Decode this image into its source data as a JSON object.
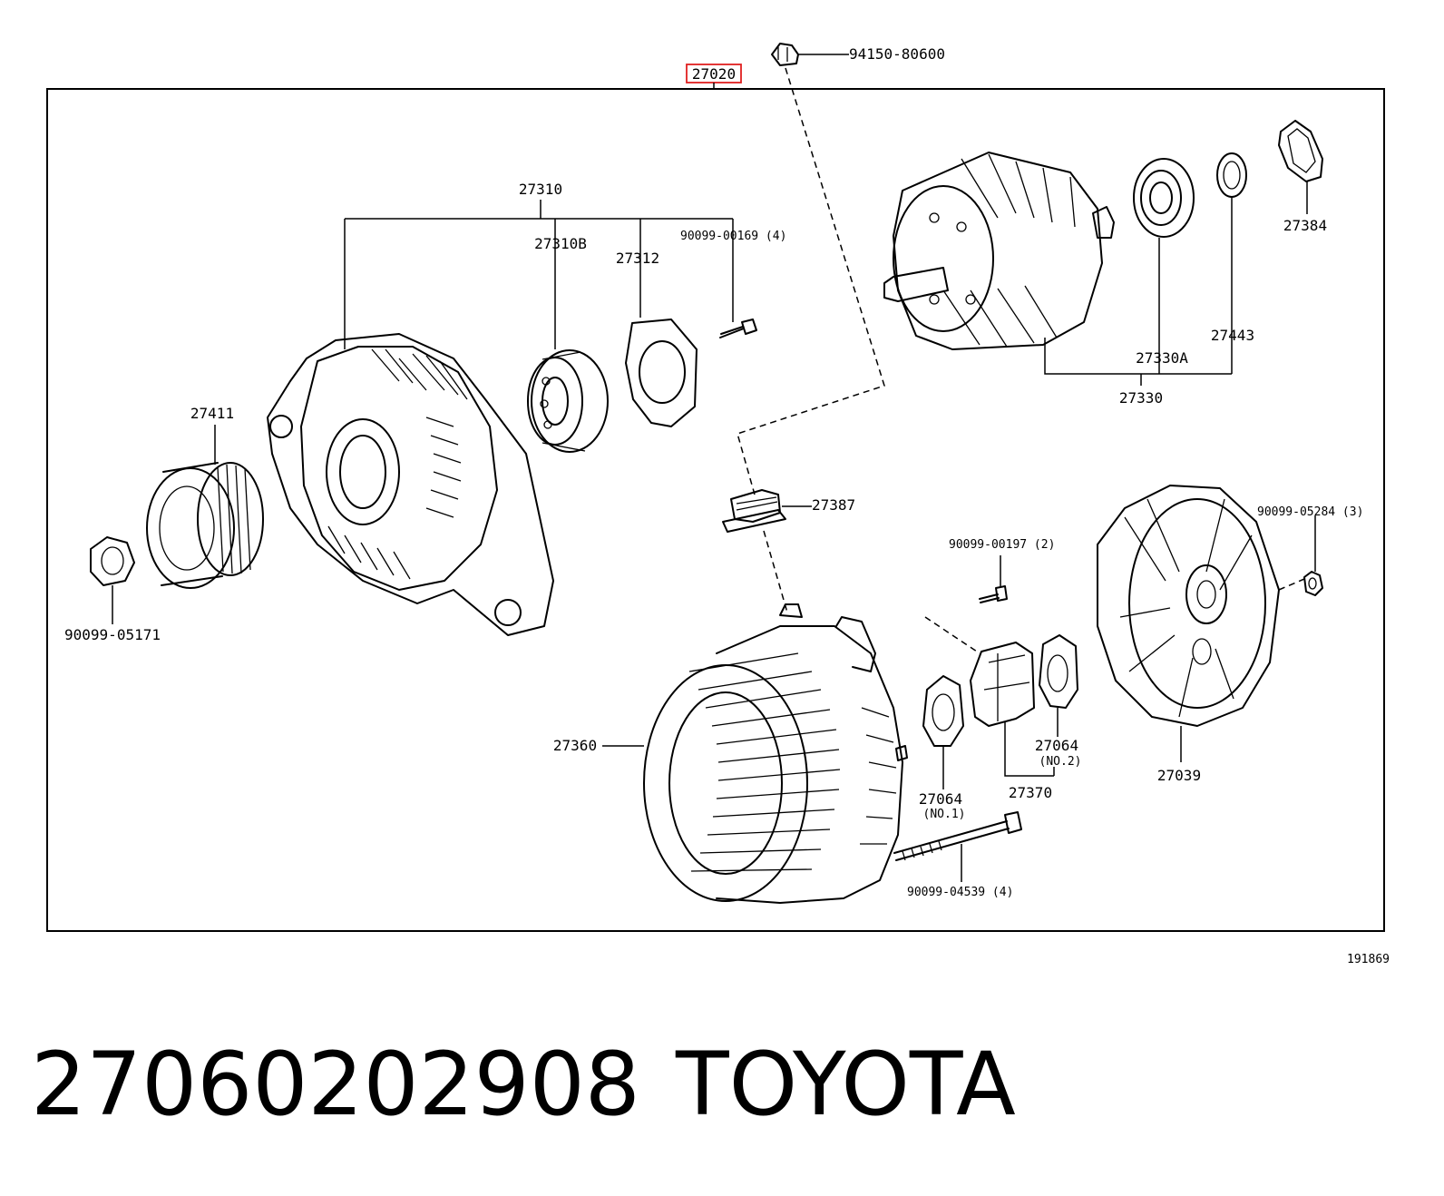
{
  "diagram": {
    "highlight_label": "27020",
    "labels": {
      "p94150": "94150-80600",
      "p27310": "27310",
      "p27310b": "27310B",
      "p27312": "27312",
      "p90099_00169": "90099-00169 (4)",
      "p27384": "27384",
      "p27443": "27443",
      "p27330a": "27330A",
      "p27330": "27330",
      "p27411": "27411",
      "p27387": "27387",
      "p90099_05284": "90099-05284 (3)",
      "p90099_00197": "90099-00197 (2)",
      "p90099_05171": "90099-05171",
      "p27360": "27360",
      "p27064_no2": "27064",
      "p27064_no2_sub": "(NO.2)",
      "p27039": "27039",
      "p27064_no1": "27064",
      "p27064_no1_sub": "(NO.1)",
      "p27370": "27370",
      "p90099_04539": "90099-04539 (4)"
    },
    "figure_id": "191869"
  },
  "footer": {
    "part_number": "27060202908",
    "brand": "TOYOTA"
  },
  "colors": {
    "highlight": "#e02020",
    "ink": "#000000",
    "background": "#ffffff"
  }
}
